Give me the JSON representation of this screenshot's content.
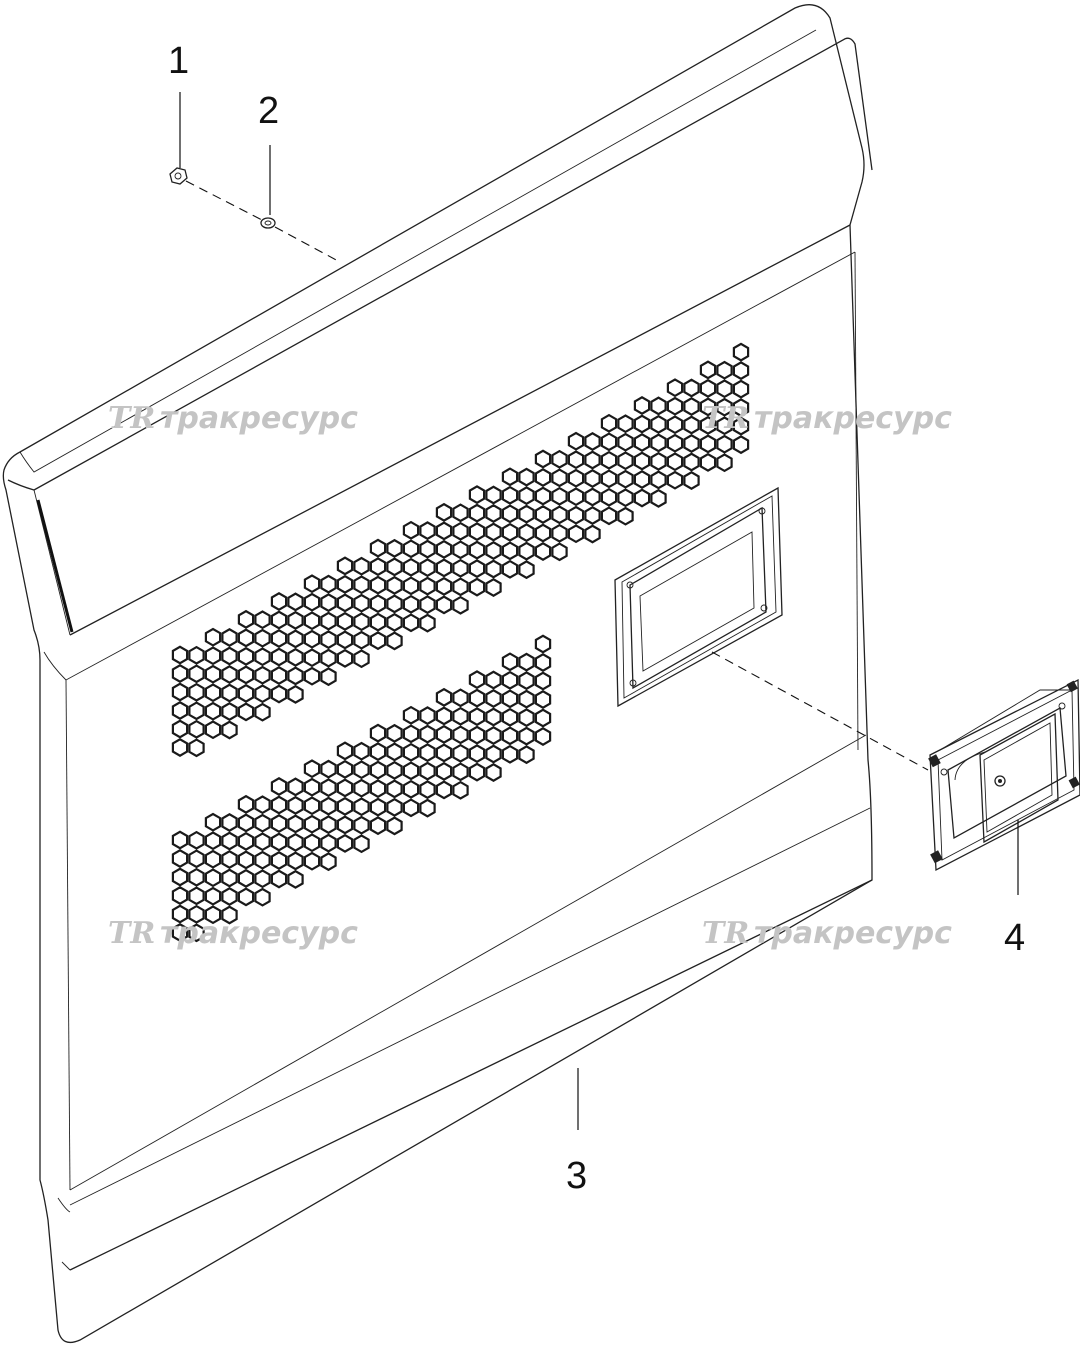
{
  "callouts": [
    {
      "id": "1",
      "label": "1"
    },
    {
      "id": "2",
      "label": "2"
    },
    {
      "id": "3",
      "label": "3"
    },
    {
      "id": "4",
      "label": "4"
    }
  ],
  "watermark": {
    "logo": "TR",
    "text": "тракресурс",
    "color": "#c4c4c4"
  },
  "colors": {
    "line": "#222222",
    "background": "#ffffff",
    "grille": "#1a1a1a"
  }
}
